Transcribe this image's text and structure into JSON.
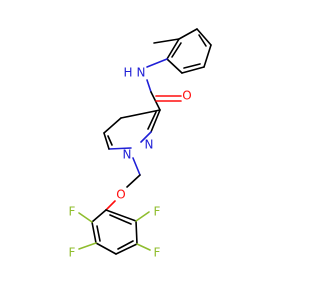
{
  "atoms": {
    "amide_n": "N",
    "amide_h": "H",
    "carbonyl_o": "O",
    "pyrazole_n1": "N",
    "pyrazole_n2": "N",
    "ether_o": "O",
    "f_ortho_left": "F",
    "f_ortho_right": "F",
    "f_meta_left": "F",
    "f_meta_right": "F"
  },
  "colors": {
    "carbon": "#000000",
    "nitrogen": "#1f1fd6",
    "oxygen": "#ff0d0d",
    "fluorine": "#8fbd2e"
  }
}
